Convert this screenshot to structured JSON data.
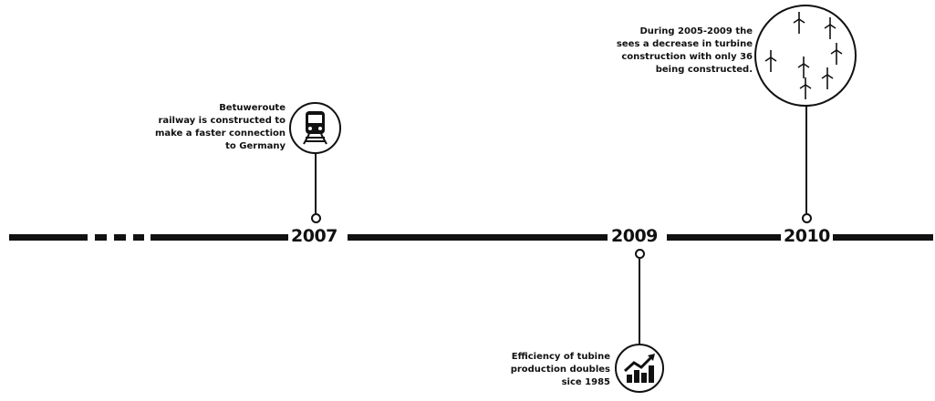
{
  "timeline": {
    "events": [
      {
        "year": "2007",
        "caption_lines": [
          "Betuweroute",
          "railway is constructed to",
          "make a faster connection",
          "to Germany"
        ],
        "icon": "train-icon"
      },
      {
        "year": "2009",
        "caption_lines": [
          "Efficiency of tubine",
          "production doubles",
          "sice 1985"
        ],
        "icon": "growth-chart-icon"
      },
      {
        "year": "2010",
        "caption_lines": [
          "During 2005-2009 the",
          "sees a decrease in turbine",
          "construction with only 36",
          "being constructed."
        ],
        "icon": "wind-turbines-icon"
      }
    ]
  }
}
